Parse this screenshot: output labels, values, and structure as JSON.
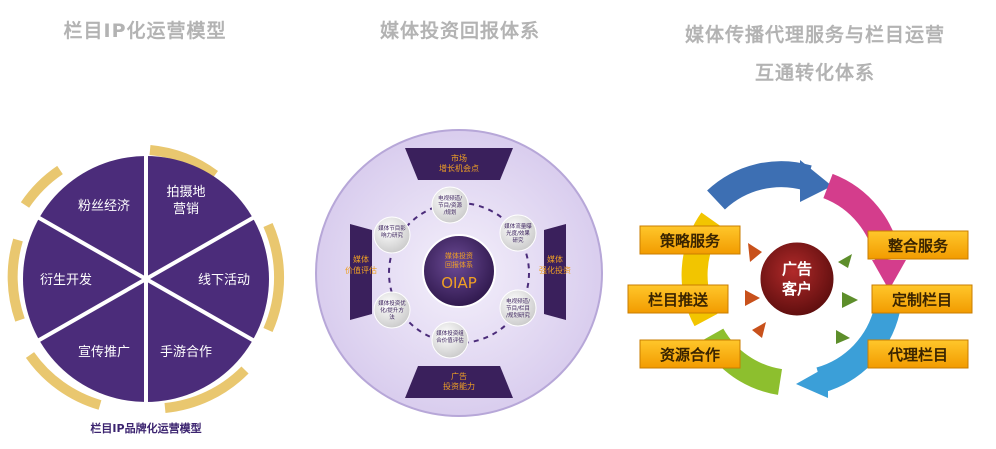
{
  "titles": {
    "t1": "栏目IP化运营模型",
    "t2": "媒体投资回报体系",
    "t3_line1": "媒体传播代理服务与栏目运营",
    "t3_line2": "互通转化体系"
  },
  "wheel": {
    "segments": [
      "粉丝经济",
      "拍摄地营销",
      "线下活动",
      "手游合作",
      "宣传推广",
      "衍生开发"
    ],
    "caption": "栏目IP品牌化运营模型",
    "colors": {
      "segment": "#4b2c7a",
      "ring": "#e9c76f"
    }
  },
  "oiap": {
    "center_top": "媒体投资回报体系",
    "center_main": "OIAP",
    "inner_nodes": [
      "市场 增长机会点",
      "媒体 强化投资",
      "广告 投资能力",
      "媒体 价值评估"
    ],
    "outer_nodes": [
      "电视频道/节目/资源/规划",
      "媒体流量曝光度/效果研究",
      "电视频道/节目/栏目/规划研究",
      "媒体投资组合价值评估",
      "媒体投资优化/提升方法",
      "媒体节目影响力研究"
    ],
    "colors": {
      "bg": "#e4dcf3",
      "dark": "#3a205c",
      "accent": "#f0a024"
    }
  },
  "cycle": {
    "center": [
      "广告",
      "客户"
    ],
    "left": [
      "策略服务",
      "栏目推送",
      "资源合作"
    ],
    "right": [
      "整合服务",
      "定制栏目",
      "代理栏目"
    ],
    "colors": {
      "box": "#f6a800",
      "center": "#8c1a1a"
    }
  }
}
